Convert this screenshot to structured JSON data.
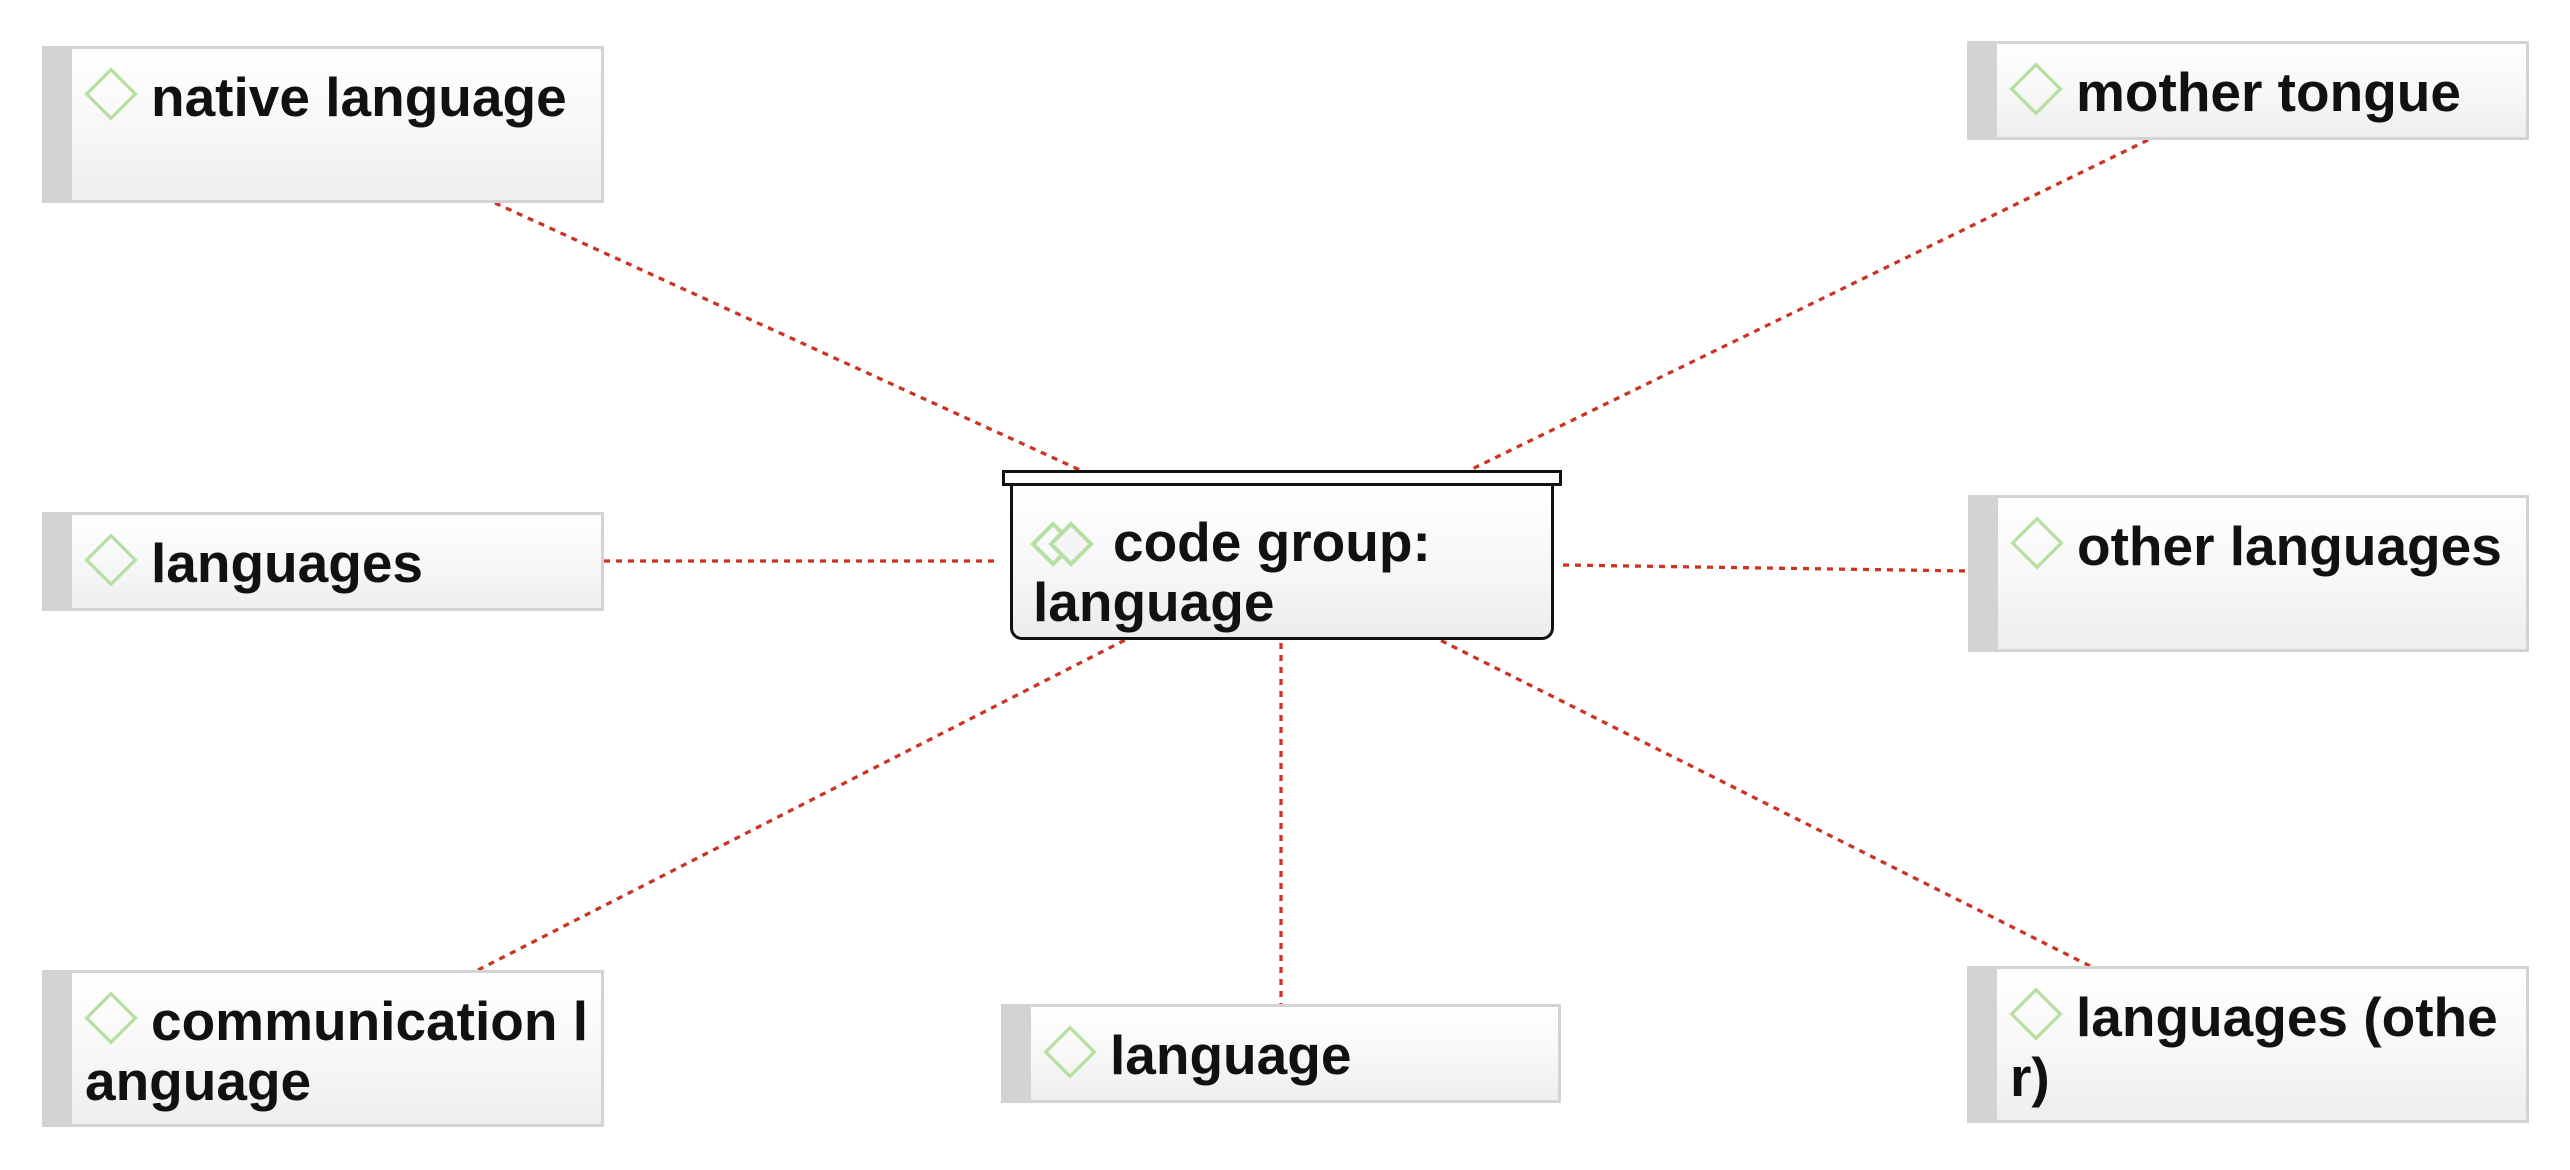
{
  "hub": {
    "label": "code group: language",
    "icon": "code-group-icon"
  },
  "concepts": [
    {
      "id": "native-language",
      "label": "native language",
      "icon": "diamond-icon"
    },
    {
      "id": "mother-tongue",
      "label": "mother tongue",
      "icon": "diamond-icon"
    },
    {
      "id": "languages",
      "label": "languages",
      "icon": "diamond-icon"
    },
    {
      "id": "other-languages",
      "label": "other languages",
      "icon": "diamond-icon"
    },
    {
      "id": "communication-language",
      "label": "communication language",
      "icon": "diamond-icon"
    },
    {
      "id": "language",
      "label": "language",
      "icon": "diamond-icon"
    },
    {
      "id": "languages-other",
      "label": "languages (other)",
      "icon": "diamond-icon"
    }
  ],
  "colors": {
    "link": "#cc3322",
    "node_border": "#d3d3d3",
    "diamond": "#b7dfa3",
    "hub_border": "#111111"
  }
}
